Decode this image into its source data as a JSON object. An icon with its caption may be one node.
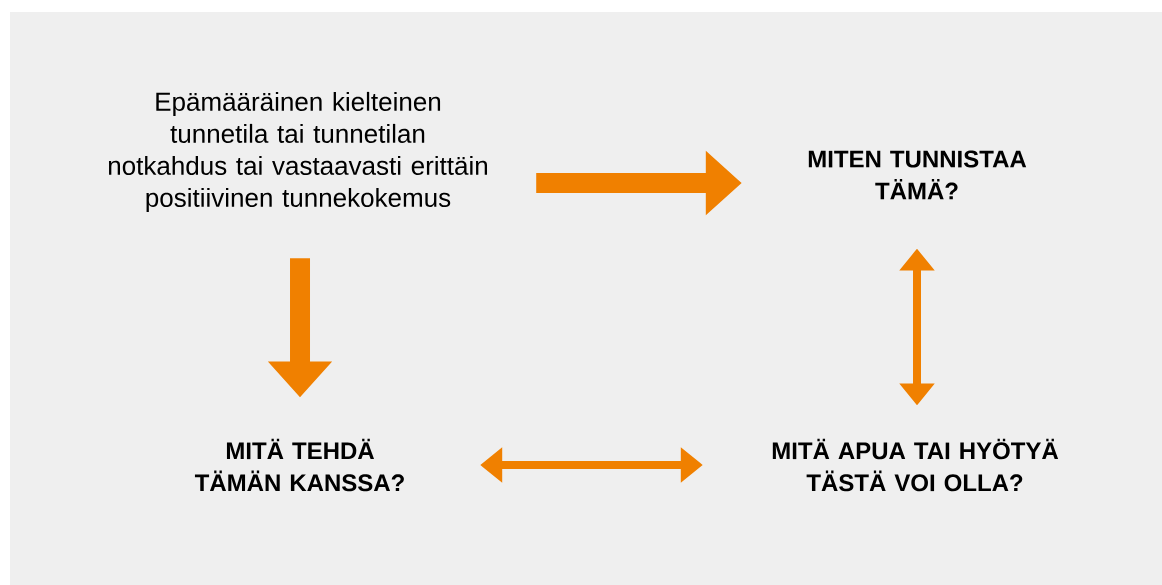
{
  "diagram": {
    "nodes": [
      {
        "text": [
          "Epämääräinen kielteinen tunnetila tai tunnetilan notkahdus tai vastaavasti erittäin positiivinen tunnekokemus"
        ]
      },
      {
        "text": [
          "MITEN TUNNISTAA TÄMÄ?"
        ]
      },
      {
        "text": [
          "MITÄ TEHDÄ TÄMÄN KANSSA?"
        ]
      },
      {
        "text": [
          "MITÄ APUA TAI HYÖTYÄ TÄSTÄ VOI OLLA?"
        ]
      }
    ],
    "edges": [
      {
        "from": 0,
        "to": 1,
        "arrow": "to",
        "style": "thick"
      },
      {
        "from": 0,
        "to": 2,
        "arrow": "to",
        "style": "thick"
      },
      {
        "from": 2,
        "to": 3,
        "arrow": "both"
      },
      {
        "from": 3,
        "to": 1,
        "arrow": "both"
      }
    ]
  }
}
